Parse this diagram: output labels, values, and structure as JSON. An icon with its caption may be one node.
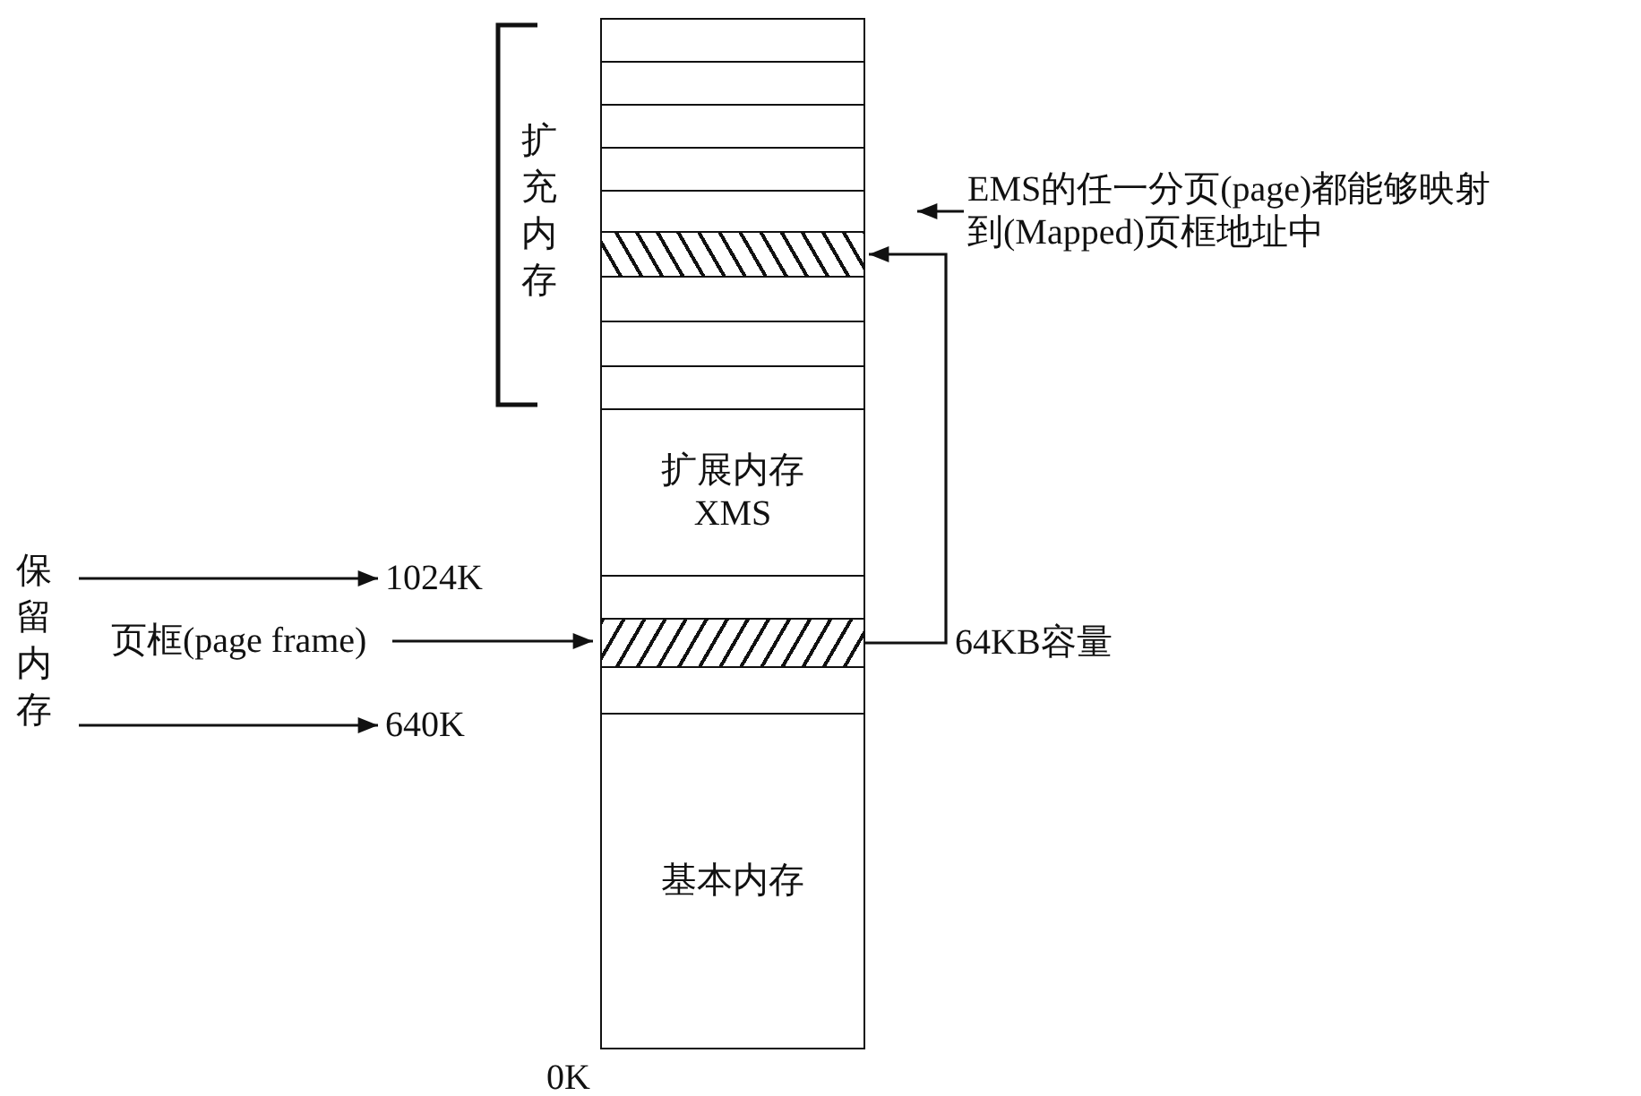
{
  "diagram": {
    "nodes": [
      {
        "text": [
          "扩展内存 XMS"
        ]
      },
      {
        "text": [
          "基本内存"
        ]
      },
      {
        "text": [],
        "shape": "bar"
      },
      {
        "text": [],
        "shape": "bar"
      },
      {
        "text": [
          "EMS的任一分页(page)都能够映射到(Mapped)页框地址中"
        ]
      },
      {
        "text": [
          "保留内存"
        ]
      },
      {
        "text": [
          "1024K"
        ]
      },
      {
        "text": [
          "640K"
        ]
      },
      {
        "text": [
          "页框(page frame)"
        ]
      }
    ],
    "edges": [
      {
        "from": 5,
        "to": 6,
        "arrow": "to"
      },
      {
        "from": 5,
        "to": 7,
        "arrow": "to"
      },
      {
        "from": 8,
        "to": 3,
        "arrow": "to"
      },
      {
        "from": 3,
        "to": 2,
        "arrow": "to",
        "label": "64KB容量"
      },
      {
        "from": 4,
        "to": null,
        "arrow": "to"
      }
    ],
    "labels": [
      "扩充内存",
      "0K"
    ]
  }
}
